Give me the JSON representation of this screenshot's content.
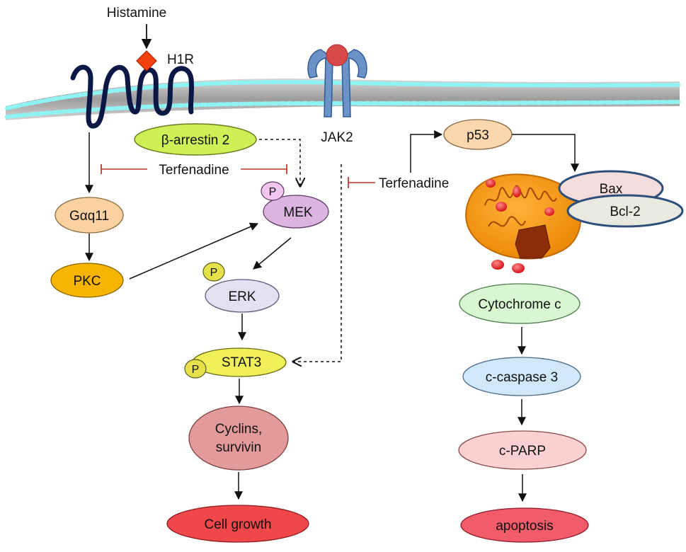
{
  "receptors": {
    "ligand": "Histamine",
    "h1r": "H1R",
    "jak2": "JAK2"
  },
  "nodes": {
    "beta_arrestin": "β-arrestin 2",
    "galpha": "Gαq11",
    "pkc": "PKC",
    "mek": "MEK",
    "erk": "ERK",
    "stat3": "STAT3",
    "cyclins_line1": "Cyclins,",
    "cyclins_line2": "survivin",
    "cell_growth": "Cell growth",
    "p53": "p53",
    "bax": "Bax",
    "bcl2": "Bcl-2",
    "cytochrome": "Cytochrome c",
    "caspase": "c-caspase 3",
    "parp": "c-PARP",
    "apoptosis": "apoptosis"
  },
  "phospho_label": "P",
  "inhibitor": {
    "left": "Terfenadine",
    "right": "Terfenadine"
  },
  "colors": {
    "beta_arrestin": "#ccf055",
    "galpha": "#fbd1a2",
    "pkc": "#f7b400",
    "mek": "#dcb4e0",
    "erk": "#e3e1f1",
    "stat3": "#efef5a",
    "cyclins": "#e39a9a",
    "cell_growth": "#f0484a",
    "p53": "#fcd7ad",
    "bax": "#f3dcdc",
    "bcl2": "#e9e9e0",
    "cytochrome": "#d8f7d0",
    "caspase": "#cfe8fa",
    "parp": "#fbd0d0",
    "apoptosis": "#f25c6a",
    "inhibitor_line": "#c0392b",
    "receptor": "#0b1846",
    "jak2": "#6b93c7"
  }
}
